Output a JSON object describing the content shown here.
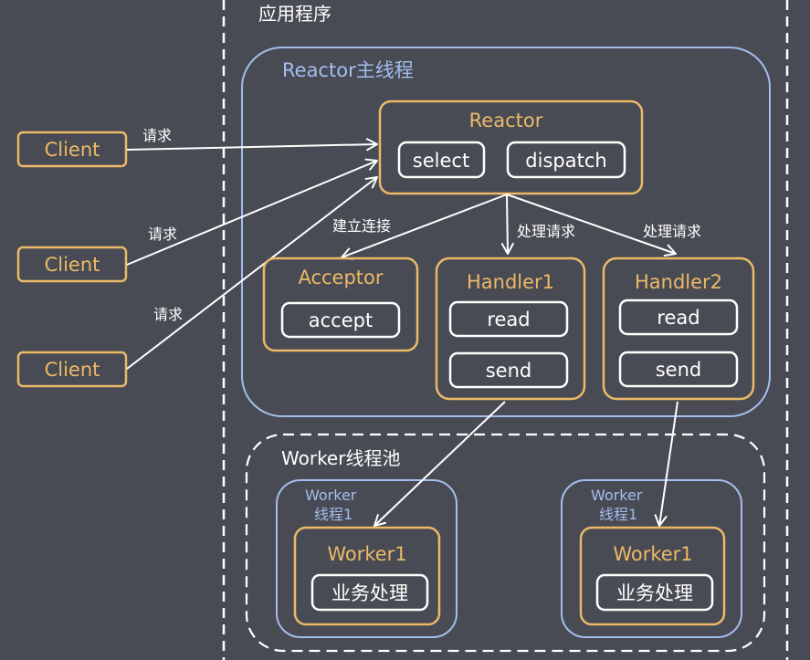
{
  "app": {
    "label": "应用程序"
  },
  "reactor_thread": {
    "label": "Reactor主线程",
    "reactor": {
      "label": "Reactor",
      "select": "select",
      "dispatch": "dispatch"
    },
    "acceptor": {
      "label": "Acceptor",
      "accept": "accept"
    },
    "handlers": [
      {
        "label": "Handler1",
        "read": "read",
        "send": "send"
      },
      {
        "label": "Handler2",
        "read": "read",
        "send": "send"
      }
    ]
  },
  "clients": [
    {
      "label": "Client",
      "request_label": "请求"
    },
    {
      "label": "Client",
      "request_label": "请求"
    },
    {
      "label": "Client",
      "request_label": "请求"
    }
  ],
  "dispatch_edges": {
    "to_acceptor": "建立连接",
    "to_handler1": "处理请求",
    "to_handler2": "处理请求"
  },
  "worker_pool": {
    "label": "Worker线程池",
    "threads": [
      {
        "title_line1": "Worker",
        "title_line2": "线程1",
        "worker": "Worker1",
        "task": "业务处理"
      },
      {
        "title_line1": "Worker",
        "title_line2": "线程1",
        "worker": "Worker1",
        "task": "业务处理"
      }
    ]
  },
  "colors": {
    "background": "#484b53",
    "component": "#ecb968",
    "thread": "#a4bdee",
    "line": "#ffffff"
  }
}
